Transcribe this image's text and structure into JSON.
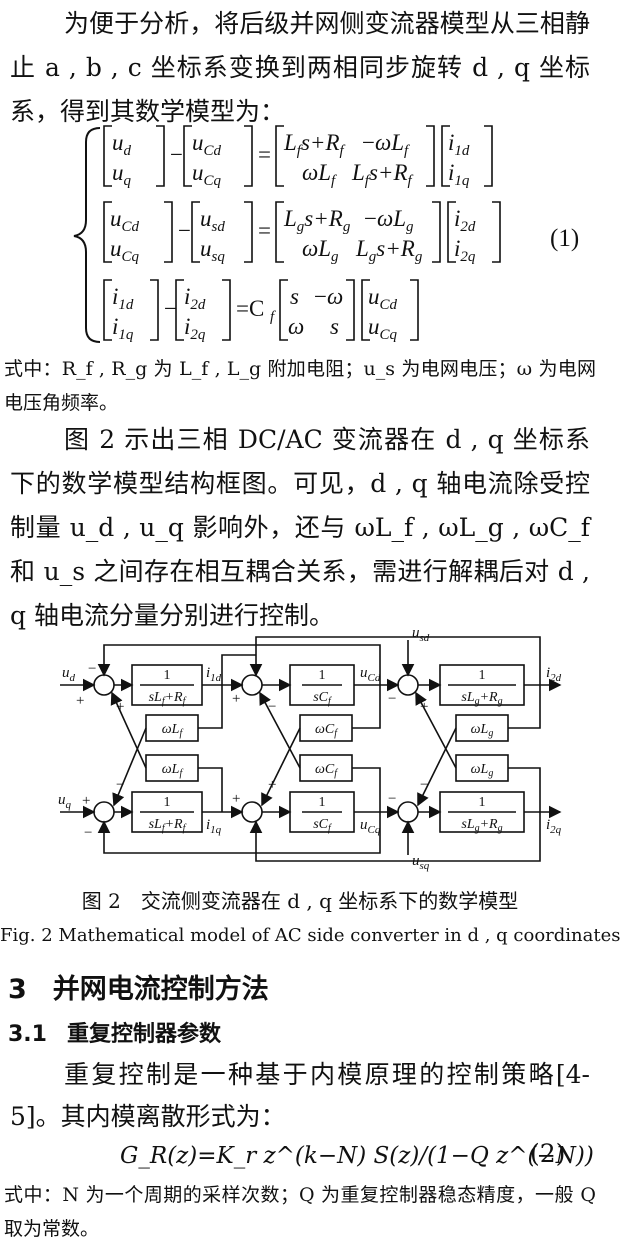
{
  "para1": "为便于分析，将后级并网侧变流器模型从三相静止 a , b , c 坐标系变换到两相同步旋转 d , q 坐标系，得到其数学模型为：",
  "eq1": {
    "row1": {
      "l1": [
        "u_d",
        "u_q"
      ],
      "l2": [
        "u_Cd",
        "u_Cq"
      ],
      "m": [
        [
          "L_f s+R_f",
          "−ωL_f"
        ],
        [
          "ωL_f",
          "L_f s+R_f"
        ]
      ],
      "r": [
        "i_1d",
        "i_1q"
      ]
    },
    "row2": {
      "l1": [
        "u_Cd",
        "u_Cq"
      ],
      "l2": [
        "u_sd",
        "u_sq"
      ],
      "m": [
        [
          "L_g s+R_g",
          "−ωL_g"
        ],
        [
          "ωL_g",
          "L_g s+R_g"
        ]
      ],
      "r": [
        "i_2d",
        "i_2q"
      ]
    },
    "row3": {
      "l1": [
        "i_1d",
        "i_1q"
      ],
      "l2": [
        "i_2d",
        "i_2q"
      ],
      "coef": "C_f",
      "m": [
        [
          "s",
          "−ω"
        ],
        [
          "ω",
          "s"
        ]
      ],
      "r": [
        "u_Cd",
        "u_Cq"
      ]
    },
    "number": "(1)"
  },
  "where1": "式中：R_f , R_g 为 L_f , L_g 附加电阻；u_s 为电网电压；ω 为电网电压角频率。",
  "para2": "图 2 示出三相 DC/AC 变流器在 d , q 坐标系下的数学模型结构框图。可见，d , q 轴电流除受控制量 u_d , u_q 影响外，还与 ωL_f , ωL_g , ωC_f 和 u_s 之间存在相互耦合关系，需进行解耦后对 d , q 轴电流分量分别进行控制。",
  "diagram": {
    "blocks": [
      "1/(sL_f+R_f)",
      "1/(sC_f)",
      "1/(sL_g+R_g)",
      "ωL_f",
      "ωC_f",
      "ωL_g"
    ],
    "signals": [
      "u_d",
      "u_q",
      "i_1d",
      "i_1q",
      "u_Cd",
      "u_Cq",
      "i_2d",
      "i_2q",
      "u_sd",
      "u_sq"
    ],
    "signs": [
      "−",
      "+",
      "−",
      "+"
    ]
  },
  "fig_caption_cn": "图 2　交流侧变流器在 d , q 坐标系下的数学模型",
  "fig_caption_en": "Fig. 2 Mathematical model of AC side converter in d , q coordinates",
  "section": {
    "num": "3",
    "title": "并网电流控制方法"
  },
  "subsection": {
    "num": "3.1",
    "title": "重复控制器参数"
  },
  "para3": "重复控制是一种基于内模原理的控制策略[4-5]。其内模离散形式为：",
  "eq2": {
    "text": "G_R(z)=K_r z^(k−N) S(z)/(1−Q z^(−N))",
    "number": "(2)"
  },
  "where2": "式中：N 为一个周期的采样次数；Q 为重复控制器稳态精度，一般 Q 取为常数。"
}
